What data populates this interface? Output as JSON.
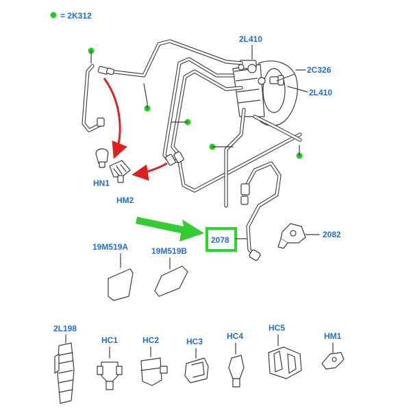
{
  "legend": {
    "label": "= 2K312",
    "dot_color": "#22cc22"
  },
  "colors": {
    "label": "#1f6fd6",
    "highlight": "#22dd22",
    "arrow_red": "#e02020",
    "arrow_green": "#33cc33",
    "line": "#3a3a3a"
  },
  "callouts": {
    "2l410_top": "2L410",
    "2c326": "2C326",
    "2l410_right": "2L410",
    "hn1": "HN1",
    "hm2": "HM2",
    "c2078": "2078",
    "c2082": "2082",
    "c19m519a": "19M519A",
    "c19m519b": "19M519B"
  },
  "clips": [
    "2L198",
    "HC1",
    "HC2",
    "HC3",
    "HC4",
    "HC5",
    "HM1"
  ]
}
